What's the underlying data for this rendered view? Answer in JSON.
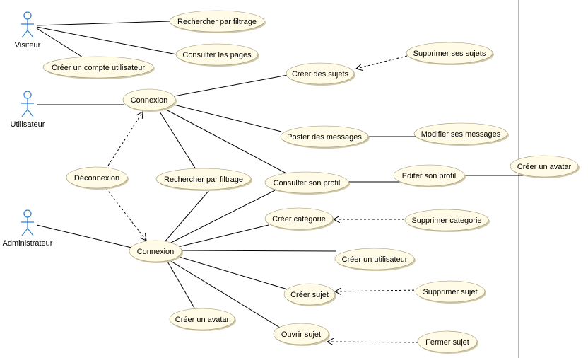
{
  "colors": {
    "usecase_fill": "#fffbe6",
    "usecase_shadow": "#cfc7a6",
    "usecase_stroke": "#9a9270",
    "actor": "#2f7fd3",
    "line": "#000000"
  },
  "actors": [
    {
      "id": "visiteur",
      "label": "Visiteur"
    },
    {
      "id": "utilisateur",
      "label": "Utilisateur"
    },
    {
      "id": "administrateur",
      "label": "Administrateur"
    }
  ],
  "usecases": [
    {
      "id": "v_rech",
      "label": "Rechercher par filtrage"
    },
    {
      "id": "v_pages",
      "label": "Consulter les pages"
    },
    {
      "id": "v_compte",
      "label": "Créer un compte utilisateur"
    },
    {
      "id": "u_conn",
      "label": "Connexion"
    },
    {
      "id": "u_sujets",
      "label": "Créer des sujets"
    },
    {
      "id": "u_supp_sujets",
      "label": "Supprimer ses sujets"
    },
    {
      "id": "u_poster",
      "label": "Poster des messages"
    },
    {
      "id": "u_modif",
      "label": "Modifier ses messages"
    },
    {
      "id": "u_deconn",
      "label": "Déconnexion"
    },
    {
      "id": "u_rech",
      "label": "Rechercher par filtrage"
    },
    {
      "id": "u_profil",
      "label": "Consulter son profil"
    },
    {
      "id": "u_editer",
      "label": "Editer son profil"
    },
    {
      "id": "u_avatar",
      "label": "Créer un avatar"
    },
    {
      "id": "a_conn",
      "label": "Connexion"
    },
    {
      "id": "a_cat",
      "label": "Créer catégorie"
    },
    {
      "id": "a_supp_cat",
      "label": "Supprimer categorie"
    },
    {
      "id": "a_user",
      "label": "Créer un utilisateur"
    },
    {
      "id": "a_sujet",
      "label": "Créer sujet"
    },
    {
      "id": "a_supp_sujet",
      "label": "Supprimer sujet"
    },
    {
      "id": "a_avatar",
      "label": "Créer un avatar"
    },
    {
      "id": "a_ouvrir",
      "label": "Ouvrir sujet"
    },
    {
      "id": "a_fermer",
      "label": "Fermer sujet"
    }
  ]
}
